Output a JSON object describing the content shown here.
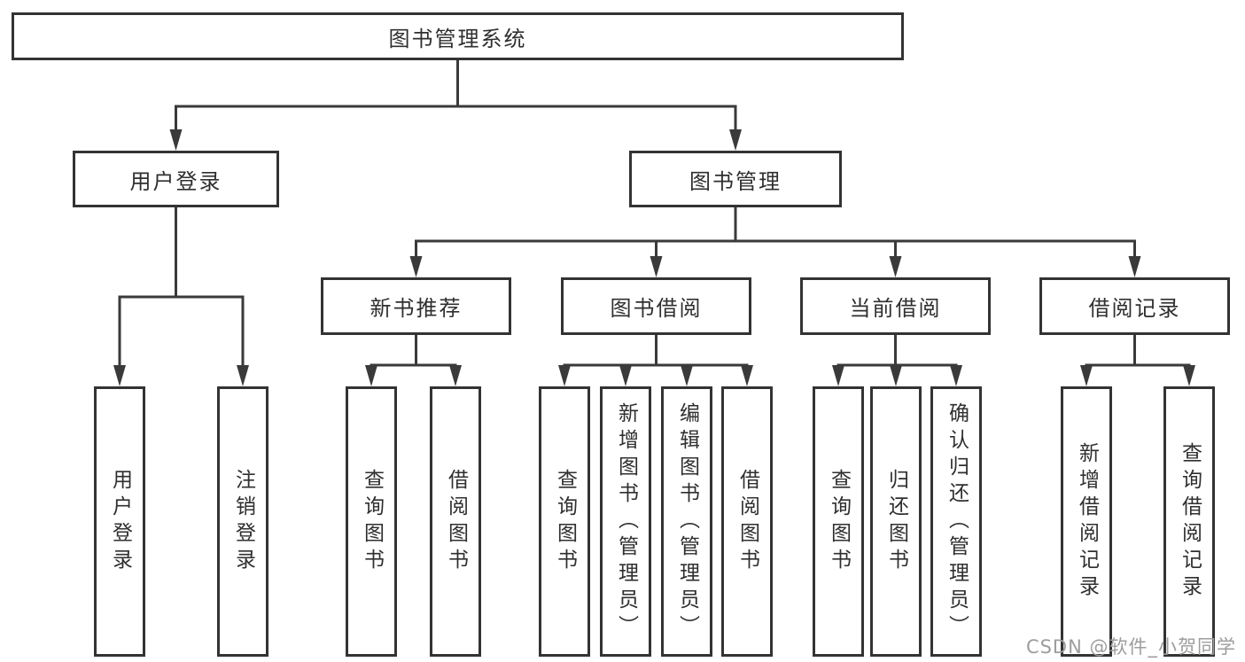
{
  "tree": {
    "root": "图书管理系统",
    "login": {
      "label": "用户登录",
      "children": [
        "用户登录",
        "注销登录"
      ]
    },
    "management": {
      "label": "图书管理",
      "recommend": {
        "label": "新书推荐",
        "children": [
          "查询图书",
          "借阅图书"
        ]
      },
      "borrow": {
        "label": "图书借阅",
        "children": [
          "查询图书",
          "新增图书（管理员）",
          "编辑图书（管理员）",
          "借阅图书"
        ]
      },
      "current": {
        "label": "当前借阅",
        "children": [
          "查询图书",
          "归还图书",
          "确认归还（管理员）"
        ]
      },
      "records": {
        "label": "借阅记录",
        "children": [
          "新增借阅记录",
          "查询借阅记录"
        ]
      }
    }
  },
  "watermark": {
    "text": "CSDN @软件_小贺同学",
    "color": "#9d9d9d"
  },
  "colors": {
    "background": "#ffffff",
    "box_border": "#333333",
    "line": "#3a3a3a",
    "text": "#2f2f2f",
    "watermark": "#9d9d9d"
  }
}
